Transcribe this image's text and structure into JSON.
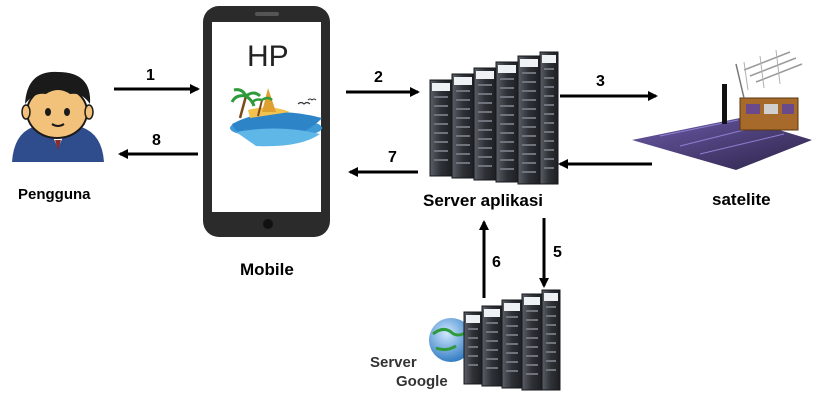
{
  "nodes": {
    "user": {
      "label": "Pengguna"
    },
    "mobile": {
      "label": "Mobile",
      "screen_text": "HP"
    },
    "app_server": {
      "label": "Server aplikasi"
    },
    "satellite": {
      "label": "satelite"
    },
    "google_server": {
      "logo_text_line1": "Server",
      "logo_text_line2": "Google"
    }
  },
  "arrows": [
    {
      "id": "arrow-1",
      "label": "1",
      "from": "user",
      "to": "mobile"
    },
    {
      "id": "arrow-2",
      "label": "2",
      "from": "mobile",
      "to": "app_server"
    },
    {
      "id": "arrow-3",
      "label": "3",
      "from": "app_server",
      "to": "satellite"
    },
    {
      "id": "arrow-4",
      "label": "",
      "from": "satellite",
      "to": "app_server"
    },
    {
      "id": "arrow-5",
      "label": "5",
      "from": "app_server",
      "to": "google_server"
    },
    {
      "id": "arrow-6",
      "label": "6",
      "from": "google_server",
      "to": "app_server"
    },
    {
      "id": "arrow-7",
      "label": "7",
      "from": "app_server",
      "to": "mobile"
    },
    {
      "id": "arrow-8",
      "label": "8",
      "from": "mobile",
      "to": "user"
    }
  ],
  "colors": {
    "arrow": "#000000",
    "phone_body": "#2b2b2b",
    "phone_screen": "#ffffff",
    "server_body": "#3a3d42",
    "server_light": "#eef1f4",
    "skin": "#f3c27a",
    "hair": "#1a1a1a",
    "shirt": "#2f4d8c",
    "ocean": "#3e9ad6",
    "sand": "#f2c14e",
    "panel": "#5a4a8a"
  }
}
